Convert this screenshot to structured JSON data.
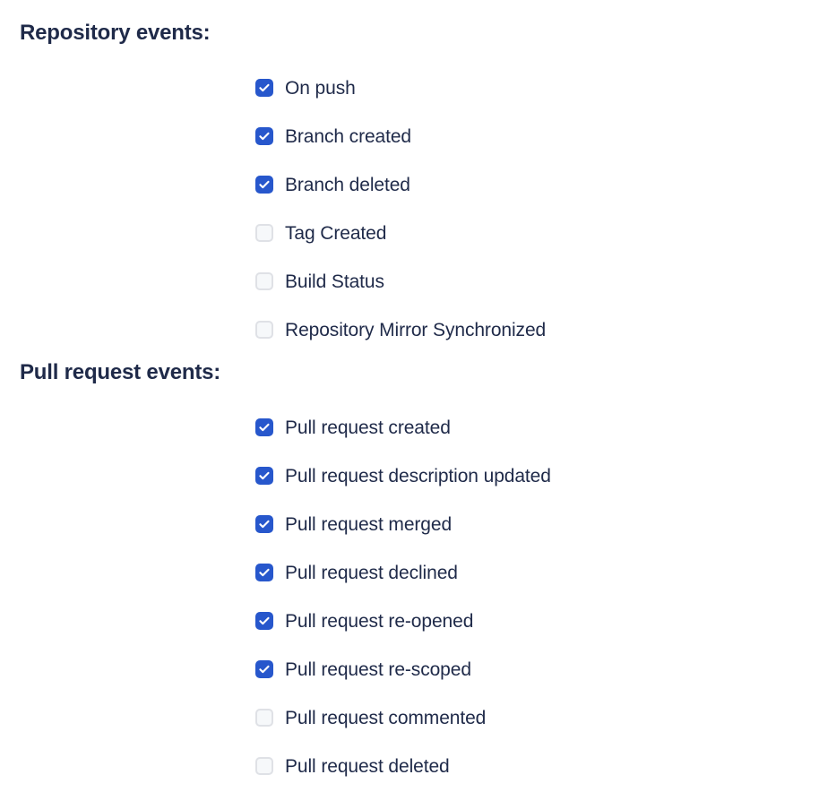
{
  "colors": {
    "background": "#ffffff",
    "text": "#1f2a49",
    "checkbox_checked_fill": "#2757cc",
    "checkbox_checked_mark": "#ffffff",
    "checkbox_unchecked_fill": "#f6f8fa",
    "checkbox_unchecked_border": "#dfe1e6"
  },
  "sections": [
    {
      "id": "repository",
      "heading": "Repository events:",
      "options": [
        {
          "label": "On push",
          "checked": true
        },
        {
          "label": "Branch created",
          "checked": true
        },
        {
          "label": "Branch deleted",
          "checked": true
        },
        {
          "label": "Tag Created",
          "checked": false
        },
        {
          "label": "Build Status",
          "checked": false
        },
        {
          "label": "Repository Mirror Synchronized",
          "checked": false
        }
      ]
    },
    {
      "id": "pullrequest",
      "heading": "Pull request events:",
      "options": [
        {
          "label": "Pull request created",
          "checked": true
        },
        {
          "label": "Pull request description updated",
          "checked": true
        },
        {
          "label": "Pull request merged",
          "checked": true
        },
        {
          "label": "Pull request declined",
          "checked": true
        },
        {
          "label": "Pull request re-opened",
          "checked": true
        },
        {
          "label": "Pull request re-scoped",
          "checked": true
        },
        {
          "label": "Pull request commented",
          "checked": false
        },
        {
          "label": "Pull request deleted",
          "checked": false
        }
      ]
    }
  ]
}
